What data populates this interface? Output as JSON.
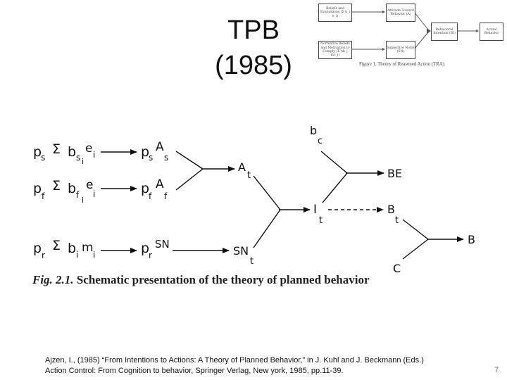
{
  "slide": {
    "title_line1": "TPB",
    "title_line2": "(1985)",
    "page_number": "7"
  },
  "thumbnail": {
    "caption": "Figure 1.  Theory of Reasoned Action (TRA).",
    "boxes": {
      "behavioral_beliefs": "Beliefs and Evaluations (Σ b_i e_i)",
      "attitude": "Attitude Toward Behavior (A)",
      "normative_beliefs": "Normative Beliefs and Motivation to Comply (Σ nb_j mc_j)",
      "subjective_norm": "Subjective Norm (SN)",
      "intention": "Behavioral Intention (BI)",
      "behavior": "Actual Behavior"
    }
  },
  "diagram": {
    "row1": {
      "sub_p": "p",
      "sub_p_s": "s",
      "sigma": "Σ",
      "b": "b",
      "b_sub": "s",
      "b_subsub": "i",
      "e": "e",
      "e_sub": "i",
      "out_p": "p",
      "out_p_sub": "s",
      "out_A": "A",
      "out_A_sub": "s"
    },
    "row2": {
      "sub_p": "p",
      "sub_p_s": "f",
      "sigma": "Σ",
      "b": "b",
      "b_sub": "f",
      "b_subsub": "i",
      "e": "e",
      "e_sub": "i",
      "out_p": "p",
      "out_p_sub": "f",
      "out_A": "A",
      "out_A_sub": "f"
    },
    "row3": {
      "sub_p": "p",
      "sub_p_s": "r",
      "sigma": "Σ",
      "b": "b",
      "b_sub": "i",
      "m": "m",
      "m_sub": "i",
      "out_p": "p",
      "out_p_sub": "r",
      "out_SN": "SN"
    },
    "node_At": {
      "main": "A",
      "sub": "t"
    },
    "node_SNt": {
      "main": "SN",
      "sub": "t"
    },
    "node_It": {
      "main": "I",
      "sub": "t"
    },
    "node_bc": {
      "main": "b",
      "sub": "c"
    },
    "node_BE": {
      "main": "BE"
    },
    "node_Bt": {
      "main": "B",
      "sub": "t"
    },
    "node_B": {
      "main": "B"
    },
    "node_C": {
      "main": "C"
    }
  },
  "figure": {
    "label": "Fig. 2.1.",
    "text": " Schematic presentation of the theory of planned behavior"
  },
  "citation": {
    "line1": "Ajzen, I., (1985) “From Intentions to Actions: A Theory of Planned Behavior,” in J. Kuhl and J. Beckmann (Eds.)",
    "line2": "Action Control: From Cognition to behavior, Springer Verlag, New york, 1985, pp.11-39."
  }
}
